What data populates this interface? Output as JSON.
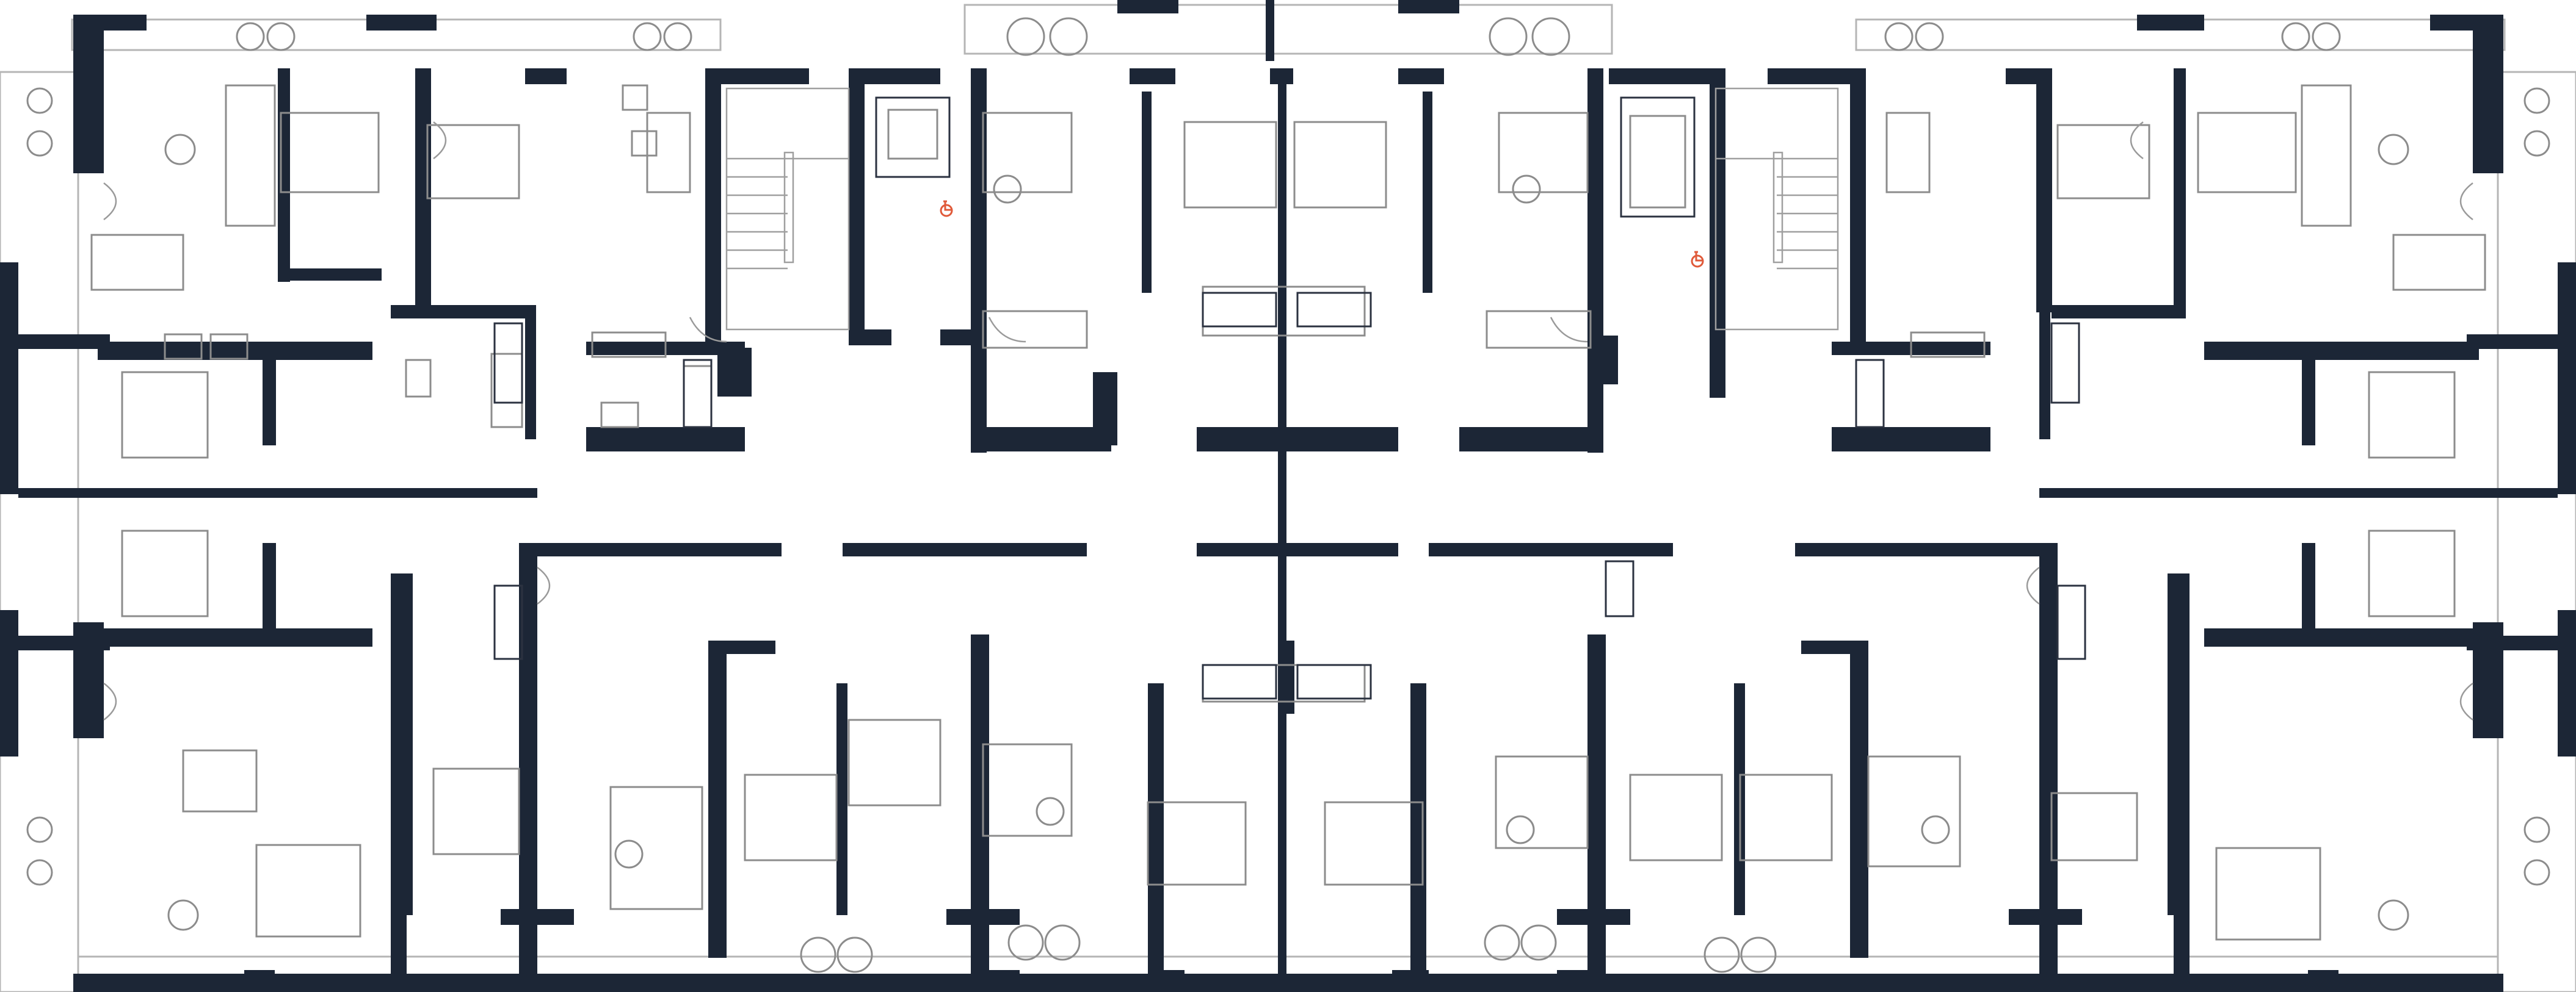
{
  "plan": {
    "kind": "residential floor plan",
    "view": "top-down",
    "text_labels": []
  },
  "colors": {
    "wall": "#1c2636",
    "fixture": "#8c8c8c",
    "background": "#ffffff",
    "accessible_symbol": "#e05a3a"
  },
  "icons": {
    "accessible": "wheelchair-symbol",
    "stairs": "staircase",
    "lift": "elevator"
  }
}
